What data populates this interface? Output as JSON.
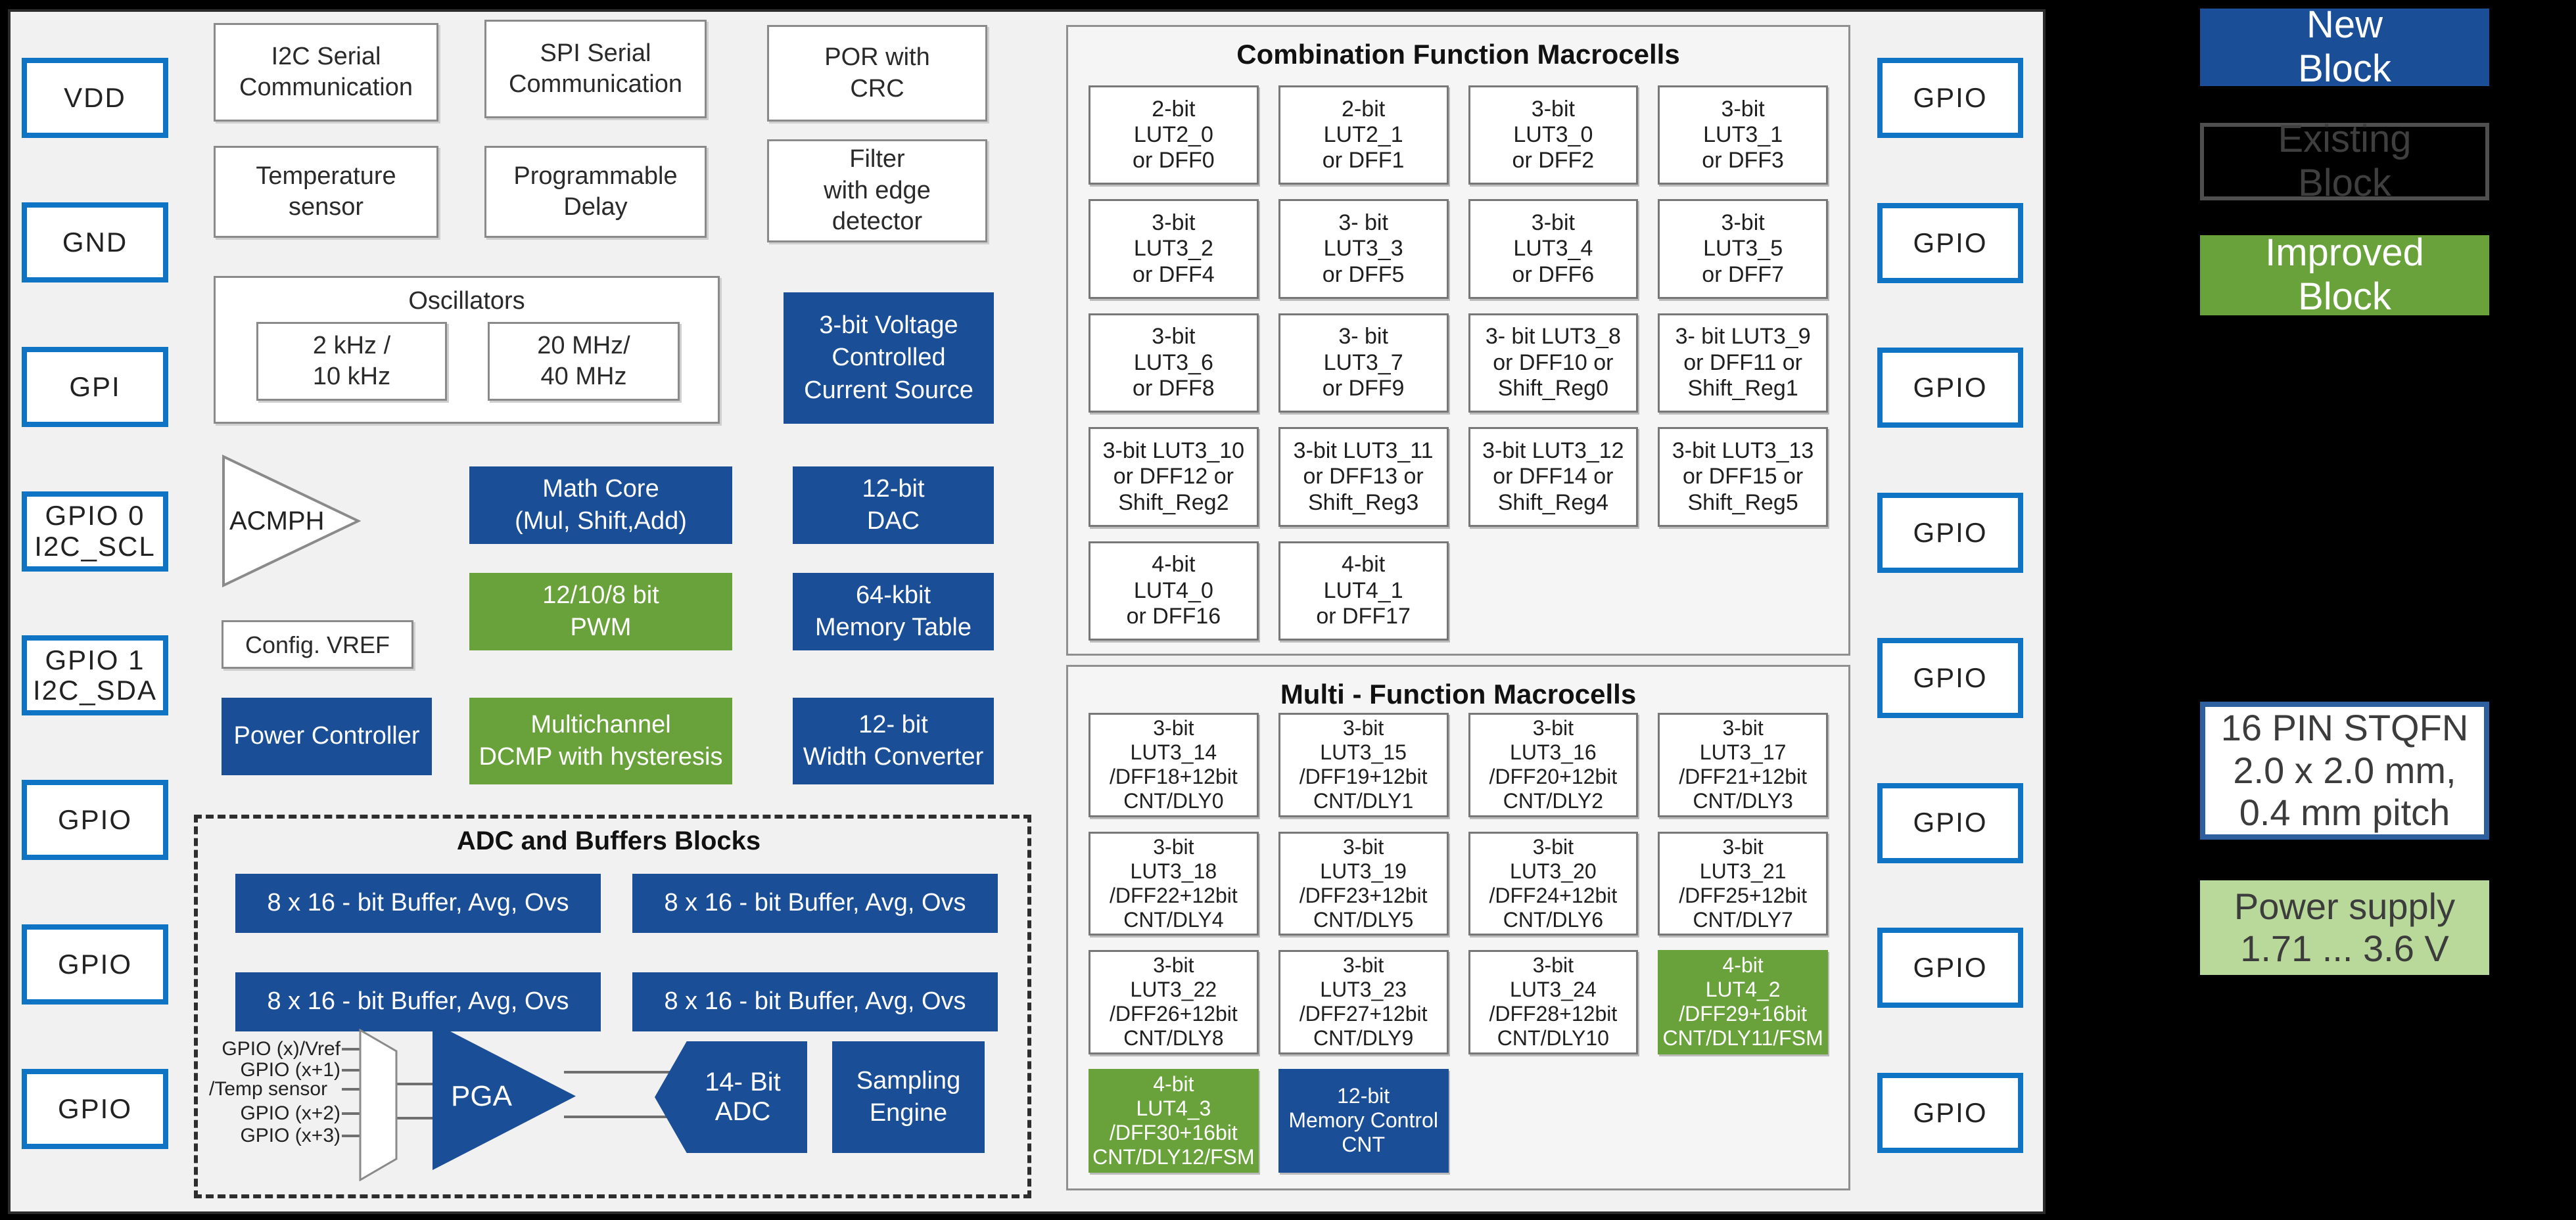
{
  "colors": {
    "new_block_blue": "#1a4e96",
    "improved_block_green": "#69a23b",
    "pin_border_blue": "#1074c4",
    "power_supply_bg": "#b9d99a",
    "panel_bg": "#f1f1f1"
  },
  "pins_left": [
    {
      "label": "VDD"
    },
    {
      "label": "GND"
    },
    {
      "label": "GPI"
    },
    {
      "label": "GPIO 0\nI2C_SCL"
    },
    {
      "label": "GPIO 1\nI2C_SDA"
    },
    {
      "label": "GPIO"
    },
    {
      "label": "GPIO"
    },
    {
      "label": "GPIO"
    }
  ],
  "pins_right": [
    {
      "label": "GPIO"
    },
    {
      "label": "GPIO"
    },
    {
      "label": "GPIO"
    },
    {
      "label": "GPIO"
    },
    {
      "label": "GPIO"
    },
    {
      "label": "GPIO"
    },
    {
      "label": "GPIO"
    },
    {
      "label": "GPIO"
    }
  ],
  "top_blocks": {
    "i2c": "I2C Serial\nCommunication",
    "spi": "SPI Serial\nCommunication",
    "por": "POR with\nCRC",
    "temp": "Temperature\nsensor",
    "delay": "Programmable\nDelay",
    "filter": "Filter\nwith edge\ndetector"
  },
  "oscillators": {
    "title": "Oscillators",
    "low": "2 kHz /\n10 kHz",
    "high": "20 MHz/\n40 MHz"
  },
  "core_blocks": {
    "vccs": "3-bit Voltage\nControlled\nCurrent Source",
    "acmph": "ACMPH",
    "math_core": "Math Core\n(Mul, Shift,Add)",
    "dac": "12-bit\nDAC",
    "pwm": "12/10/8 bit\nPWM",
    "memory_table": "64-kbit\nMemory Table",
    "config_vref": "Config. VREF",
    "power_controller": "Power Controller",
    "dcmp": "Multichannel\nDCMP with hysteresis",
    "width_converter": "12- bit\nWidth Converter"
  },
  "adc_section": {
    "title": "ADC and Buffers Blocks",
    "buffers": [
      {
        "label": "8 x 16 - bit Buffer, Avg, Ovs"
      },
      {
        "label": "8 x 16 - bit Buffer, Avg, Ovs"
      },
      {
        "label": "8 x 16 - bit Buffer, Avg, Ovs"
      },
      {
        "label": "8 x 16 - bit Buffer, Avg, Ovs"
      }
    ],
    "inputs": [
      "GPIO (x)/Vref",
      "GPIO (x+1)",
      "/Temp sensor",
      "GPIO (x+2)",
      "GPIO (x+3)"
    ],
    "pga": "PGA",
    "adc": "14- Bit\nADC",
    "sampling": "Sampling\nEngine"
  },
  "combination": {
    "title": "Combination Function Macrocells",
    "cells": [
      {
        "label": "2-bit\nLUT2_0\nor DFF0",
        "style": "white"
      },
      {
        "label": "2-bit\nLUT2_1\nor DFF1",
        "style": "white"
      },
      {
        "label": "3-bit\nLUT3_0\nor DFF2",
        "style": "white"
      },
      {
        "label": "3-bit\nLUT3_1\nor DFF3",
        "style": "white"
      },
      {
        "label": "3-bit\nLUT3_2\nor DFF4",
        "style": "white"
      },
      {
        "label": "3- bit\nLUT3_3\nor DFF5",
        "style": "white"
      },
      {
        "label": "3-bit\nLUT3_4\nor DFF6",
        "style": "white"
      },
      {
        "label": "3-bit\nLUT3_5\nor DFF7",
        "style": "white"
      },
      {
        "label": "3-bit\nLUT3_6\nor DFF8",
        "style": "white"
      },
      {
        "label": "3- bit\nLUT3_7\nor DFF9",
        "style": "white"
      },
      {
        "label": "3- bit LUT3_8\nor DFF10 or\nShift_Reg0",
        "style": "white"
      },
      {
        "label": "3- bit LUT3_9\nor DFF11 or\nShift_Reg1",
        "style": "white"
      },
      {
        "label": "3-bit LUT3_10\nor DFF12 or\nShift_Reg2",
        "style": "white"
      },
      {
        "label": "3-bit LUT3_11\nor DFF13 or\nShift_Reg3",
        "style": "white"
      },
      {
        "label": "3-bit LUT3_12\nor DFF14 or\nShift_Reg4",
        "style": "white"
      },
      {
        "label": "3-bit LUT3_13\nor DFF15 or\nShift_Reg5",
        "style": "white"
      },
      {
        "label": "4-bit\nLUT4_0\nor DFF16",
        "style": "white"
      },
      {
        "label": "4-bit\nLUT4_1\nor DFF17",
        "style": "white"
      }
    ]
  },
  "multi": {
    "title": "Multi - Function Macrocells",
    "cells": [
      {
        "label": "3-bit\nLUT3_14\n/DFF18+12bit\nCNT/DLY0",
        "style": "white"
      },
      {
        "label": "3-bit\nLUT3_15\n/DFF19+12bit\nCNT/DLY1",
        "style": "white"
      },
      {
        "label": "3-bit\nLUT3_16\n/DFF20+12bit\nCNT/DLY2",
        "style": "white"
      },
      {
        "label": "3-bit\nLUT3_17\n/DFF21+12bit\nCNT/DLY3",
        "style": "white"
      },
      {
        "label": "3-bit\nLUT3_18\n/DFF22+12bit\nCNT/DLY4",
        "style": "white"
      },
      {
        "label": "3-bit\nLUT3_19\n/DFF23+12bit\nCNT/DLY5",
        "style": "white"
      },
      {
        "label": "3-bit\nLUT3_20\n/DFF24+12bit\nCNT/DLY6",
        "style": "white"
      },
      {
        "label": "3-bit\nLUT3_21\n/DFF25+12bit\nCNT/DLY7",
        "style": "white"
      },
      {
        "label": "3-bit\nLUT3_22\n/DFF26+12bit\nCNT/DLY8",
        "style": "white"
      },
      {
        "label": "3-bit\nLUT3_23\n/DFF27+12bit\nCNT/DLY9",
        "style": "white"
      },
      {
        "label": "3-bit\nLUT3_24\n/DFF28+12bit\nCNT/DLY10",
        "style": "white"
      },
      {
        "label": "4-bit\nLUT4_2\n/DFF29+16bit\nCNT/DLY11/FSM",
        "style": "green"
      },
      {
        "label": "4-bit\nLUT4_3\n/DFF30+16bit\nCNT/DLY12/FSM",
        "style": "green"
      },
      {
        "label": "12-bit\nMemory Control\nCNT",
        "style": "blue"
      }
    ]
  },
  "legend": {
    "new_block": "New\nBlock",
    "existing_block": "Existing\nBlock",
    "improved_block": "Improved\nBlock",
    "package": "16 PIN STQFN\n2.0 x 2.0 mm,\n0.4 mm pitch",
    "power_supply": "Power supply\n1.71 ... 3.6 V"
  }
}
